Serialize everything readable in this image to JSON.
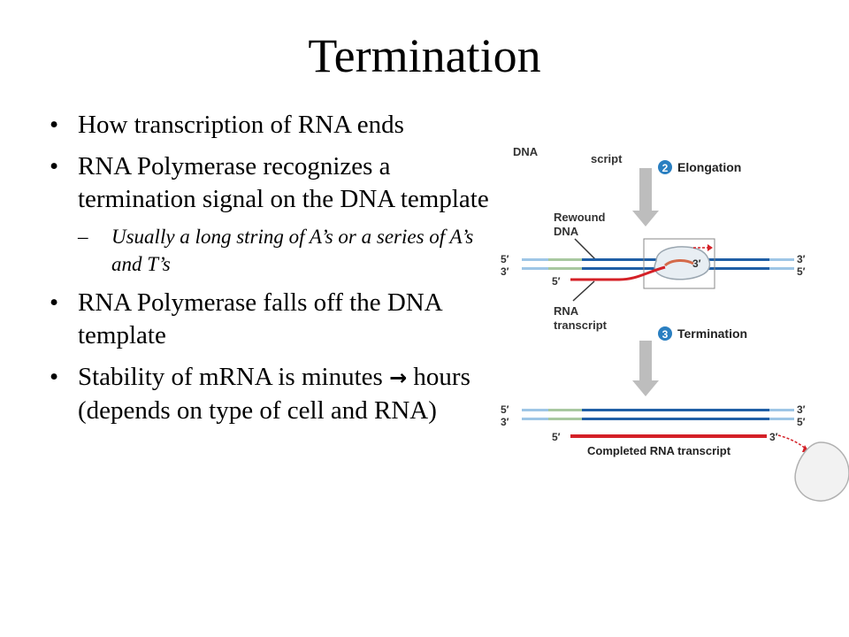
{
  "slide": {
    "title": "Termination",
    "bullets": [
      {
        "text": "How transcription of RNA ends"
      },
      {
        "text": "RNA Polymerase recognizes a termination signal on the DNA template",
        "sub": [
          "Usually a long string of A’s or a series of A’s and T’s"
        ]
      },
      {
        "text": "RNA Polymerase falls off the DNA template"
      },
      {
        "text_before": "Stability of mRNA is minutes",
        "arrow": "→",
        "text_after": "hours (depends on type of cell and RNA)"
      }
    ]
  },
  "diagram": {
    "label_dna": "DNA",
    "label_script": "script",
    "step2": {
      "num": "2",
      "label": "Elongation"
    },
    "label_rewound": "Rewound",
    "label_rewound2": "DNA",
    "label_rna": "RNA",
    "label_transcript": "transcript",
    "step3": {
      "num": "3",
      "label": "Termination"
    },
    "label_completed": "Completed RNA transcript",
    "end_5": "5′",
    "end_3": "3′",
    "colors": {
      "dna_blue": "#1f5fa6",
      "dna_light": "#9ec6e6",
      "promoter_green": "#a8c8a0",
      "rna_red": "#d42027",
      "step_blue": "#2a7fc1",
      "arrow_gray": "#bdbdbd"
    }
  }
}
